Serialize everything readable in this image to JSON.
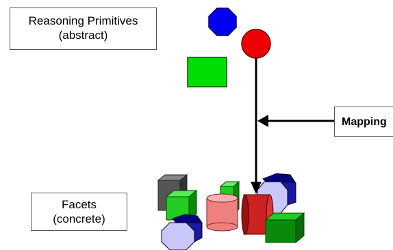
{
  "labels": {
    "primitives_line1": "Reasoning Primitives",
    "primitives_line2": "(abstract)",
    "facets_line1": "Facets",
    "facets_line2": "(concrete)",
    "mapping": "Mapping"
  },
  "colors": {
    "blue": "#0000ee",
    "red": "#ee0000",
    "green": "#00dd00",
    "dark_green": "#0a8a0a",
    "pink": "#f08080",
    "lavender": "#c8c8f8",
    "dark_gray": "#555555",
    "navy": "#00007a"
  }
}
